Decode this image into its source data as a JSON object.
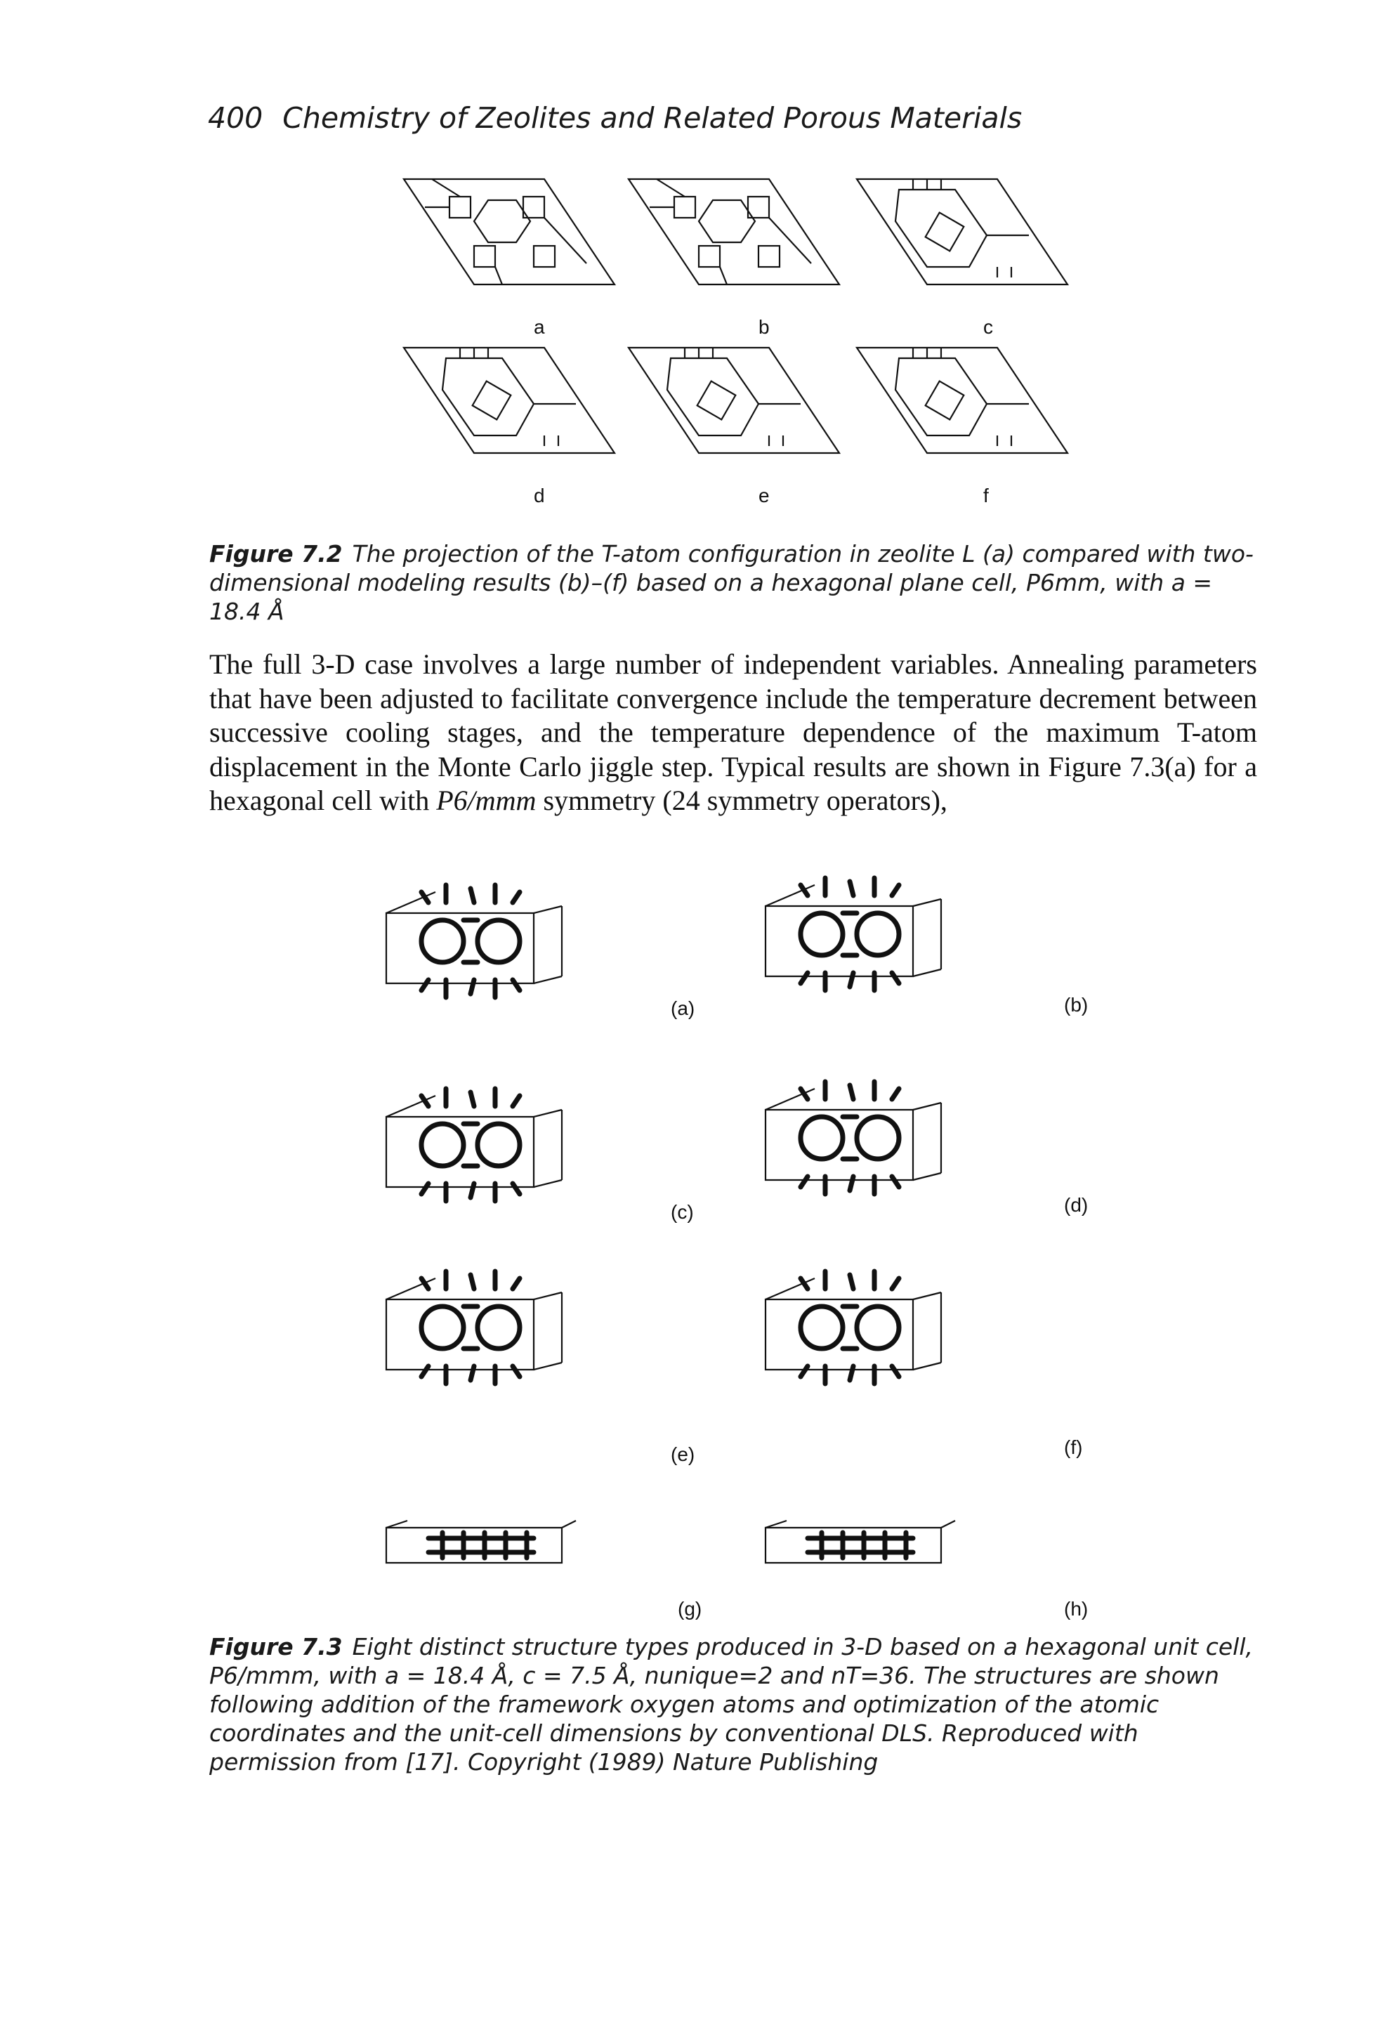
{
  "header": {
    "page_number": "400",
    "running_title": "Chemistry of Zeolites and Related Porous Materials"
  },
  "figure_7_2": {
    "panel_labels": [
      "a",
      "b",
      "c",
      "d",
      "e",
      "f"
    ],
    "caption_label": "Figure 7.2",
    "caption_text": "The projection of the T-atom configuration in zeolite L (a) compared with two-dimensional modeling results (b)–(f) based on a hexagonal plane cell, P6mm, with a = 18.4 Å"
  },
  "body": {
    "paragraph_before": "The full 3-D case involves a large number of independent variables. Annealing parameters that have been adjusted to facilitate convergence include the temperature decrement between successive cooling stages, and the temperature dependence of the maximum T-atom displacement in the Monte Carlo jiggle step. Typical results are shown in Figure 7.3(a) for a hexagonal cell with ",
    "symmetry_italic": "P6/mmm",
    "paragraph_after": " symmetry (24 symmetry operators),"
  },
  "figure_7_3": {
    "panel_labels": [
      "(a)",
      "(b)",
      "(c)",
      "(d)",
      "(e)",
      "(f)",
      "(g)",
      "(h)"
    ],
    "caption_label": "Figure 7.3",
    "caption_text": "Eight distinct structure types produced in 3-D based on a hexagonal unit cell, P6/mmm, with a = 18.4 Å, c = 7.5 Å, nunique=2 and nT=36. The structures are shown following addition of the framework oxygen atoms and optimization of the atomic coordinates and the unit-cell dimensions by conventional DLS. Reproduced with permission from [17]. Copyright (1989) Nature Publishing"
  }
}
